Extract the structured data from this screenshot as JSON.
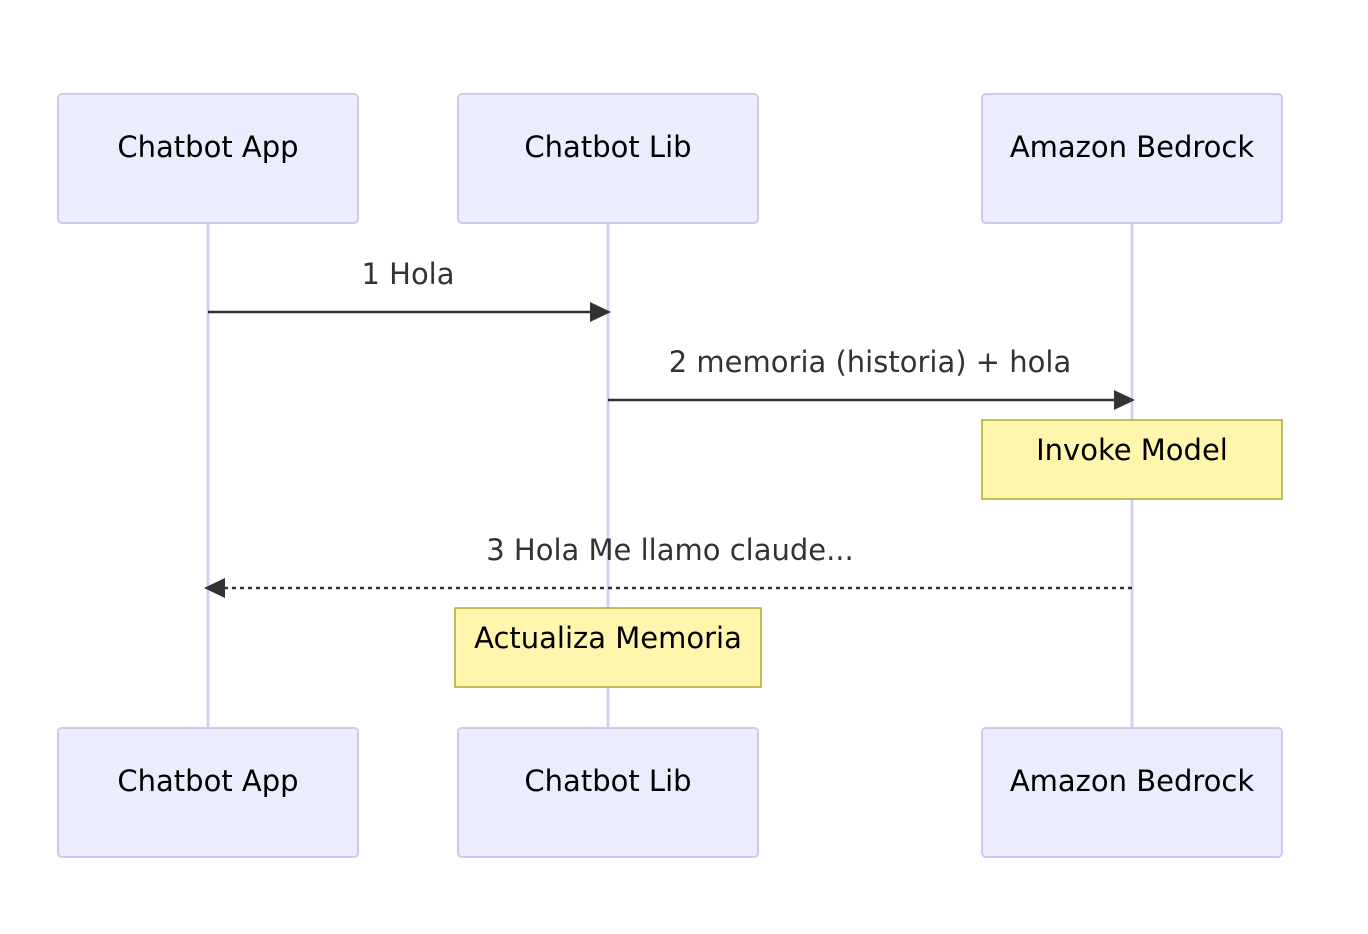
{
  "participants": [
    {
      "id": "app",
      "label": "Chatbot App"
    },
    {
      "id": "lib",
      "label": "Chatbot Lib"
    },
    {
      "id": "bedrock",
      "label": "Amazon Bedrock"
    }
  ],
  "messages": [
    {
      "number": "1",
      "text": "1 Hola",
      "from": "app",
      "to": "lib",
      "style": "solid"
    },
    {
      "number": "2",
      "text": "2 memoria (historia) + hola",
      "from": "lib",
      "to": "bedrock",
      "style": "solid"
    },
    {
      "number": "3",
      "text": "3 Hola Me llamo claude...",
      "from": "bedrock",
      "to": "app",
      "style": "dotted"
    }
  ],
  "notes": [
    {
      "text": "Invoke Model",
      "over": "bedrock"
    },
    {
      "text": "Actualiza Memoria",
      "over": "lib"
    }
  ],
  "colors": {
    "actor_fill": "#ECECFF",
    "actor_border": "#CFC8F0",
    "lifeline": "#D4D0F2",
    "note_fill": "#FFF5AD",
    "note_border": "#AAAA33",
    "message": "#333333"
  }
}
